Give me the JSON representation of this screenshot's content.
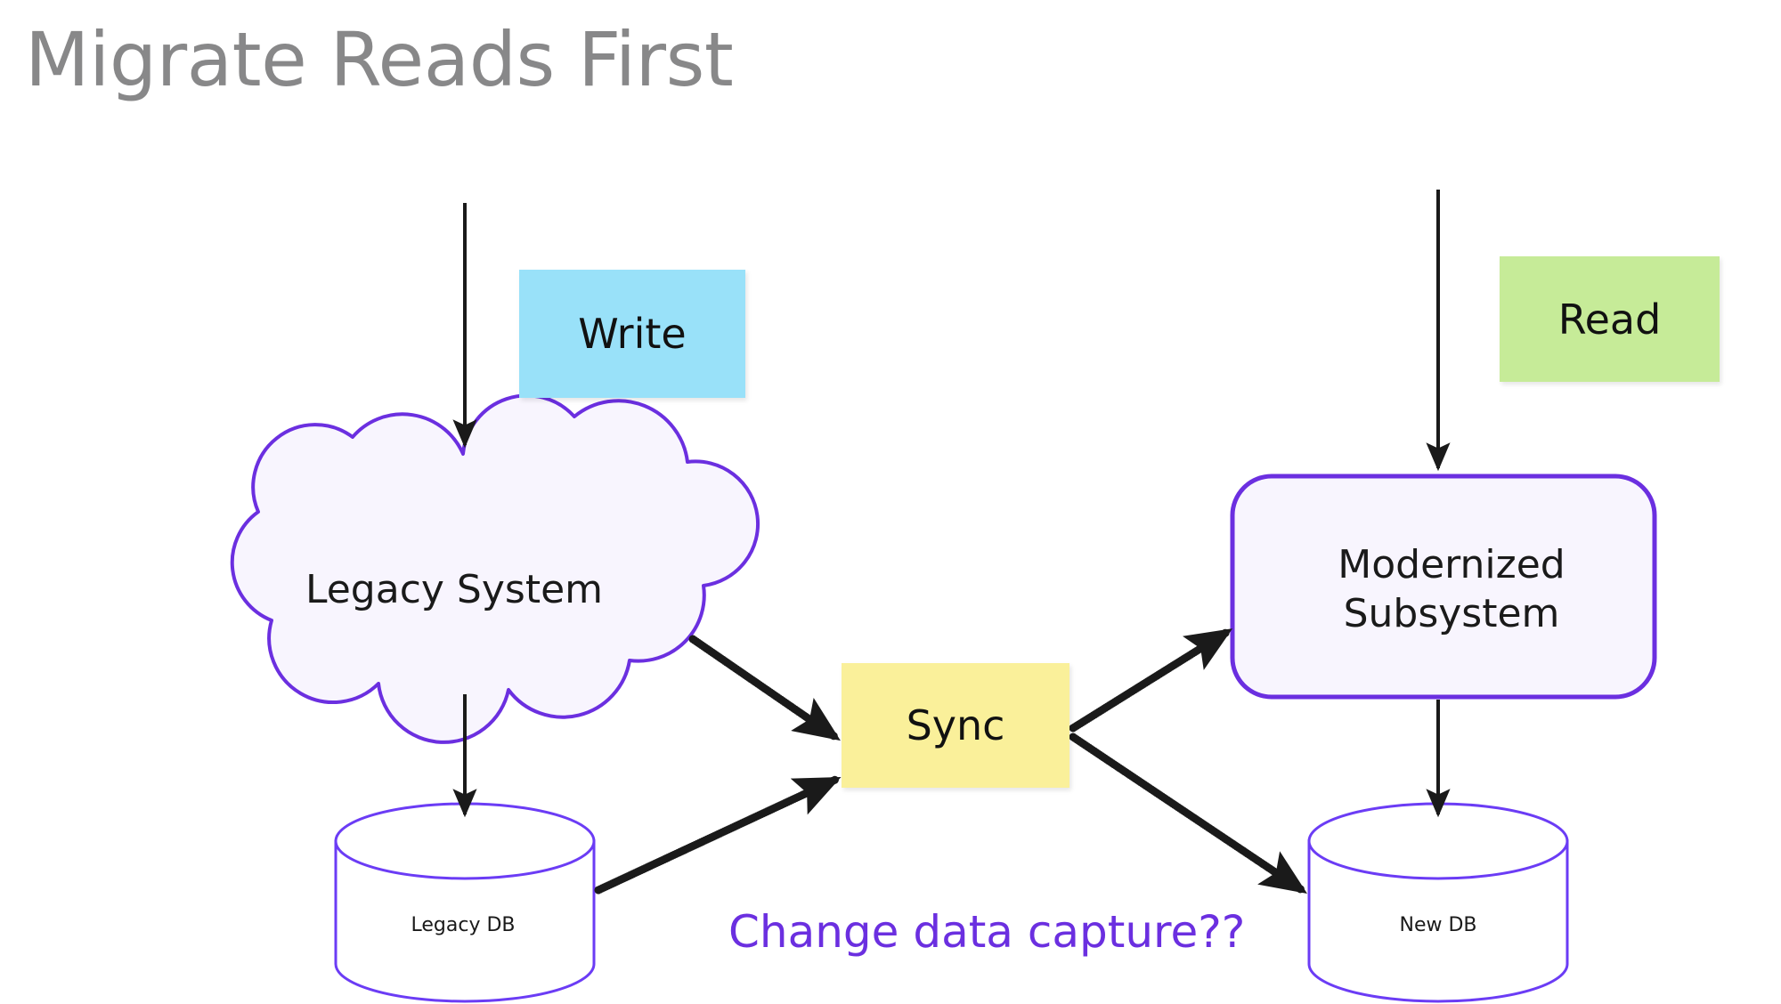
{
  "slide": {
    "title": "Migrate Reads First",
    "title_color": "#888889",
    "background": "#ffffff"
  },
  "tags": {
    "write": {
      "label": "Write",
      "color": "#99E1F9"
    },
    "read": {
      "label": "Read",
      "color": "#C6EB98"
    },
    "sync": {
      "label": "Sync",
      "color": "#FAF09A"
    }
  },
  "nodes": {
    "legacy_system": {
      "label": "Legacy System",
      "shape": "cloud",
      "stroke": "#6B2FE0",
      "fill": "#F8F5FE"
    },
    "modernized_subsystem": {
      "label_line1": "Modernized",
      "label_line2": "Subsystem",
      "shape": "rounded-rectangle",
      "stroke": "#6B2FE0",
      "fill": "#F8F5FE"
    },
    "legacy_db": {
      "label": "Legacy DB",
      "shape": "cylinder",
      "stroke": "#6B3CF5",
      "fill": "#ffffff"
    },
    "new_db": {
      "label": "New DB",
      "shape": "cylinder",
      "stroke": "#6B3CF5",
      "fill": "#ffffff"
    }
  },
  "annotations": {
    "change_data_capture": {
      "text": "Change data capture??",
      "color": "#6B2FE0"
    }
  },
  "connectors": [
    {
      "name": "write-into-legacy-system",
      "style": "solid",
      "color": "#1a1a1a",
      "from": "write-entry",
      "to": "legacy_system"
    },
    {
      "name": "legacy-system-to-legacy-db",
      "style": "solid",
      "color": "#1a1a1a",
      "from": "legacy_system",
      "to": "legacy_db"
    },
    {
      "name": "read-into-modernized-subsystem",
      "style": "solid",
      "color": "#1a1a1a",
      "from": "read-entry",
      "to": "modernized_subsystem"
    },
    {
      "name": "modernized-subsystem-to-new-db",
      "style": "solid",
      "color": "#1a1a1a",
      "from": "modernized_subsystem",
      "to": "new_db"
    },
    {
      "name": "legacy-system-to-sync",
      "style": "dotted",
      "color": "#1a1a1a",
      "from": "legacy_system",
      "to": "sync"
    },
    {
      "name": "legacy-db-to-sync",
      "style": "dotted",
      "color": "#1a1a1a",
      "from": "legacy_db",
      "to": "sync"
    },
    {
      "name": "sync-to-modernized-subsystem",
      "style": "dotted",
      "color": "#1a1a1a",
      "from": "sync",
      "to": "modernized_subsystem"
    },
    {
      "name": "sync-to-new-db",
      "style": "dotted",
      "color": "#1a1a1a",
      "from": "sync",
      "to": "new_db"
    }
  ]
}
